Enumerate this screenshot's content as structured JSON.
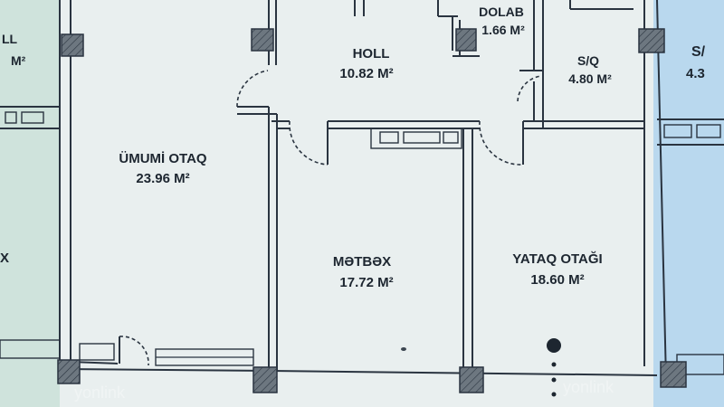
{
  "plan": {
    "colors": {
      "paper": "#e9efef",
      "paper_shadow": "#dfe7e7",
      "left_unit": "#cfe3dc",
      "right_unit": "#b9d8ee",
      "ink": "#1d2630"
    },
    "rooms": [
      {
        "id": "holl",
        "label": "HOLL",
        "area": "10.82 M²"
      },
      {
        "id": "dolab",
        "label": "DOLAB",
        "area": "1.66 M²"
      },
      {
        "id": "sq",
        "label": "S/Q",
        "area": "4.80 M²"
      },
      {
        "id": "umumi",
        "label": "ÜMUMİ OTAQ",
        "area": "23.96 M²"
      },
      {
        "id": "metbex",
        "label": "MƏTBƏX",
        "area": "17.72 M²"
      },
      {
        "id": "yataq",
        "label": "YATAQ OTAĞI",
        "area": "18.60 M²"
      }
    ],
    "neighbors": {
      "left_top": "M²",
      "left_mid": "X",
      "right_top_label": "S/",
      "right_top_area": "4.3"
    },
    "watermark": "yonlink"
  }
}
